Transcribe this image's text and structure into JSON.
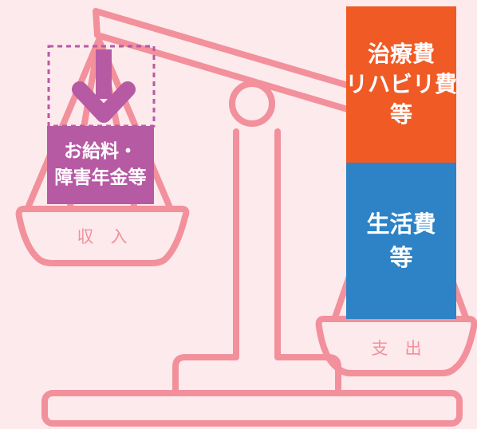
{
  "diagram": {
    "income": {
      "lines": [
        "お給料・",
        "障害年金等"
      ],
      "pan_label": "収　入"
    },
    "expense": {
      "medical_lines": [
        "治療費",
        "リハビリ費",
        "等"
      ],
      "living_lines": [
        "生活費",
        "等"
      ],
      "pan_label": "支　出"
    }
  },
  "colors": {
    "background": "#fdeaec",
    "scale_outline": "#f2909c",
    "income_box": "#b65aa4",
    "medical_box": "#f05a25",
    "living_box": "#2d83c5",
    "box_text": "#ffffff"
  },
  "icons": {
    "arrow": "down-arrow-icon"
  }
}
